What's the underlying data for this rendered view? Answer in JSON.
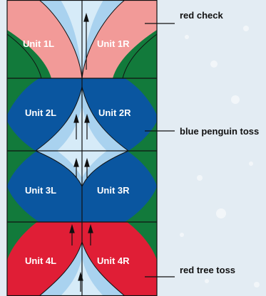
{
  "diagram": {
    "units": [
      {
        "id": "unit-1l",
        "label": "Unit 1L",
        "row": 1,
        "side": "left",
        "color": "#f29a98",
        "arrow": "up-tall"
      },
      {
        "id": "unit-1r",
        "label": "Unit 1R",
        "row": 1,
        "side": "right",
        "color": "#f29a98",
        "arrow": "up-tall"
      },
      {
        "id": "unit-2l",
        "label": "Unit 2L",
        "row": 2,
        "side": "left",
        "color": "#0a56a0",
        "arrow": "up-small"
      },
      {
        "id": "unit-2r",
        "label": "Unit 2R",
        "row": 2,
        "side": "right",
        "color": "#0a56a0",
        "arrow": "up-small"
      },
      {
        "id": "unit-3l",
        "label": "Unit 3L",
        "row": 3,
        "side": "left",
        "color": "#0a56a0",
        "arrow": "up-small"
      },
      {
        "id": "unit-3r",
        "label": "Unit 3R",
        "row": 3,
        "side": "right",
        "color": "#0a56a0",
        "arrow": "up-small"
      },
      {
        "id": "unit-4l",
        "label": "Unit 4L",
        "row": 4,
        "side": "left",
        "color": "#e01e36",
        "arrow": "up-small"
      },
      {
        "id": "unit-4r",
        "label": "Unit 4R",
        "row": 4,
        "side": "right",
        "color": "#e01e36",
        "arrow": "up-small"
      }
    ],
    "callouts": [
      {
        "id": "callout-red-check",
        "text": "red check"
      },
      {
        "id": "callout-blue-penguin-toss",
        "text": "blue penguin toss"
      },
      {
        "id": "callout-red-tree-toss",
        "text": "red tree toss"
      }
    ],
    "colors": {
      "background": "#e3ecf3",
      "red_check": "#f29a98",
      "blue_penguin": "#0a56a0",
      "red_tree": "#e01e36",
      "green": "#127a3b",
      "light_blue": "#a9d2ef",
      "pale_blue": "#d6ebf8",
      "outline": "#111111"
    }
  }
}
